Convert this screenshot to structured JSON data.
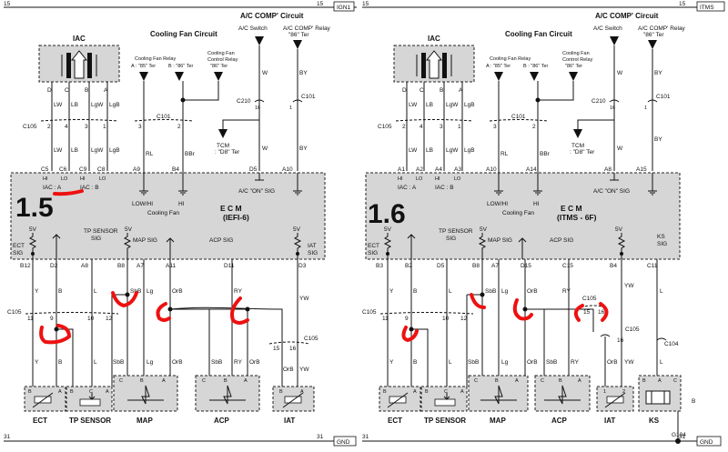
{
  "header": {
    "page_left": "15",
    "page_right": "15",
    "tag_left": "IGN1",
    "tag_right": "ITMS"
  },
  "footer": {
    "page_left": "31",
    "page_right": "31",
    "tag_left": "GND",
    "tag_right": "GND"
  },
  "diagram_left": {
    "handwritten": "1.5",
    "iac": "IAC",
    "iac_pins": [
      "D",
      "C",
      "B",
      "A"
    ],
    "iac_wires": [
      "LW",
      "LB",
      "LgW",
      "LgB"
    ],
    "iac_conn_pins": [
      "2",
      "4",
      "3",
      "1"
    ],
    "iac_conn": "C105",
    "iac_ecm_pins": [
      "C5",
      "C6",
      "C9",
      "C8"
    ],
    "iac_levels": [
      "HI",
      "LO",
      "HI",
      "LO"
    ],
    "iac_a": "IAC : A",
    "iac_b": "IAC : B",
    "cooling_title": "Cooling Fan Circuit",
    "relay_a": "Cooling Fan Relay",
    "relay_a2": "A : \"85\" Ter",
    "relay_b": "B : \"86\" Ter",
    "relay_c": "Cooling Fan",
    "relay_c2": "Control Relay",
    "relay_c3": "\"86\" Ter",
    "c101": "C101",
    "cf_pins": [
      "3",
      "2"
    ],
    "cf_wires": [
      "RL",
      "BBr"
    ],
    "cf_ecm_pins": [
      "A9",
      "B4"
    ],
    "cf_lowhi": "LOW/HI",
    "cf_hi": "HI",
    "cf_label": "Cooling Fan",
    "ac_title": "A/C COMP' Circuit",
    "ac_switch": "A/C Switch",
    "ac_relay": "A/C COMP' Relay",
    "ac_relay2": "\"86\" Ter",
    "ac_w": "W",
    "ac_by": "BY",
    "ac_c210": "C210",
    "ac_16": "16",
    "ac_c101": "C101",
    "ac_1": "1",
    "tcm": "TCM",
    "tcm2": ": \"D8\" Ter",
    "ac_ecm_pins": [
      "D5",
      "A10"
    ],
    "ac_on": "A/C \"ON\" SIG",
    "ecm": "E  C  M",
    "ecm_sub": "(IEFI-6)",
    "five_v": "5V",
    "ect_sig": "ECT",
    "ect_sig2": "SIG",
    "tp_sig": "TP SENSOR",
    "tp_sig2": "SIG",
    "map_sig": "MAP SIG",
    "acp_sig": "ACP SIG",
    "iat_sig": "IAT",
    "iat_sig2": "SIG",
    "bottom_ecm_pins": [
      "B12",
      "D2",
      "A8",
      "B8",
      "A7",
      "A11",
      "D11",
      "D3"
    ],
    "bottom_wires_top": [
      "Y",
      "B",
      "L",
      "SbB",
      "Lg",
      "OrB",
      "RY",
      "YW"
    ],
    "c105_bottom": "C105",
    "c105_pins": [
      "11",
      "9",
      "10",
      "12"
    ],
    "c105_iat": "C105",
    "iat_pins": [
      "15",
      "16"
    ],
    "bottom_wires_low": [
      "Y",
      "B",
      "L",
      "SbB",
      "Lg",
      "OrB",
      "SbB",
      "RY",
      "OrB",
      "OrB",
      "YW"
    ],
    "sensor_pins_ect": [
      "B",
      "A"
    ],
    "sensor_pins_tp": [
      "B",
      "C",
      "A"
    ],
    "sensor_pins_map": [
      "C",
      "B",
      "A"
    ],
    "sensor_pins_acp": [
      "C",
      "B",
      "A"
    ],
    "sensor_pins_iat": [
      "B",
      "A"
    ],
    "sensors": [
      "ECT",
      "TP SENSOR",
      "MAP",
      "ACP",
      "IAT"
    ]
  },
  "diagram_right": {
    "handwritten": "1.6",
    "iac": "IAC",
    "iac_pins": [
      "D",
      "C",
      "B",
      "A"
    ],
    "iac_wires": [
      "LW",
      "LB",
      "LgW",
      "LgB"
    ],
    "iac_conn_pins": [
      "2",
      "4",
      "3",
      "1"
    ],
    "iac_conn": "C105",
    "iac_ecm_pins": [
      "A1",
      "A2",
      "A4",
      "A3"
    ],
    "iac_levels": [
      "HI",
      "LO",
      "HI",
      "LO"
    ],
    "iac_a": "IAC : A",
    "iac_b": "IAC : B",
    "cooling_title": "Cooling Fan Circuit",
    "relay_a": "Cooling Fan Relay",
    "relay_a2": "A : \"85\" Ter",
    "relay_b": "B : \"86\" Ter",
    "relay_c": "Cooling Fan",
    "relay_c2": "Control Relay",
    "relay_c3": "\"86\" Ter",
    "c101": "C101",
    "cf_pins": [
      "3",
      "2"
    ],
    "cf_wires": [
      "RL",
      "BBr"
    ],
    "cf_ecm_pins": [
      "A10",
      "A14"
    ],
    "cf_lowhi": "LOW/HI",
    "cf_hi": "HI",
    "cf_label": "Cooling Fan",
    "ac_title": "A/C COMP' Circuit",
    "ac_switch": "A/C Switch",
    "ac_relay": "A/C COMP' Relay",
    "ac_relay2": "\"86\" Ter",
    "ac_w": "W",
    "ac_by": "BY",
    "ac_c210": "C210",
    "ac_16": "16",
    "ac_c101": "C101",
    "ac_1": "1",
    "tcm": "TCM",
    "tcm2": ": \"D8\" Ter",
    "ac_ecm_pins": [
      "A8",
      "A15"
    ],
    "ac_on": "A/C \"ON\" SIG",
    "ecm": "E  C  M",
    "ecm_sub": "(ITMS - 6F)",
    "five_v": "5V",
    "ect_sig": "ECT",
    "ect_sig2": "SIG",
    "tp_sig": "TP SENSOR",
    "tp_sig2": "SIG",
    "map_sig": "MAP SIG",
    "acp_sig": "ACP SIG",
    "ks_sig": "KS",
    "ks_sig2": "SIG",
    "bottom_ecm_pins": [
      "B3",
      "B2",
      "D5",
      "B8",
      "A7",
      "D15",
      "C15",
      "B4",
      "C11"
    ],
    "bottom_wires_top": [
      "Y",
      "B",
      "L",
      "SbB",
      "Lg",
      "OrB",
      "RY",
      "YW",
      "L"
    ],
    "c105_bottom": "C105",
    "c105_pins": [
      "11",
      "9",
      "10",
      "12"
    ],
    "c105_mid": "C105",
    "c105_mid_pins": [
      "15",
      "16"
    ],
    "c105_16": "16",
    "c104": "C104",
    "bottom_wires_low": [
      "Y",
      "B",
      "L",
      "SbB",
      "Lg",
      "OrB",
      "SbB",
      "RY",
      "OrB",
      "YW",
      "L"
    ],
    "sensor_pins_ect": [
      "B",
      "A"
    ],
    "sensor_pins_tp": [
      "B",
      "C",
      "A"
    ],
    "sensor_pins_map": [
      "C",
      "B",
      "A"
    ],
    "sensor_pins_acp": [
      "C",
      "B",
      "A"
    ],
    "sensor_pins_iat": [
      "1",
      "2"
    ],
    "sensor_pins_ks": [
      "B",
      "A",
      "C"
    ],
    "ks_b": "B",
    "g104": "G104",
    "sensors": [
      "ECT",
      "TP SENSOR",
      "MAP",
      "ACP",
      "IAT",
      "KS"
    ]
  }
}
